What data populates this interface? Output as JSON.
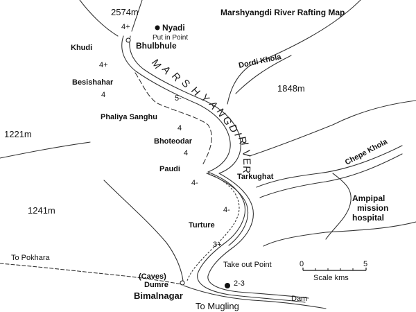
{
  "title": "Marshyangdi River Rafting Map",
  "elevations": {
    "top": "2574m",
    "right": "1848m",
    "left_mid": "1221m",
    "left_low": "1241m"
  },
  "places": {
    "nyadi": "Nyadi",
    "put_in": "Put in Point",
    "khudi": "Khudi",
    "bhulbhule": "Bhulbhule",
    "besishahar": "Besishahar",
    "phaliya": "Phaliya Sanghu",
    "bhoteodar": "Bhoteodar",
    "paudi": "Paudi",
    "tarkughat": "Tarkughat",
    "ampipal_1": "Ampipal",
    "ampipal_2": "mission",
    "ampipal_3": "hospital",
    "turture": "Turture",
    "take_out": "Take out Point",
    "caves": "(Caves)",
    "dumre": "Dumre",
    "bimalnagar": "Bimalnagar",
    "to_mugling": "To Mugling",
    "dam": "Dam",
    "to_pokhara": "To Pokhara"
  },
  "rivers": {
    "dordi": "Dordi Khola",
    "chepe": "Chepe Khola",
    "marshyangdi_letters": [
      "M",
      "A",
      "R",
      "S",
      "H",
      "Y",
      "A",
      "N",
      "G",
      "D",
      "I",
      "R",
      "I",
      "V",
      "E",
      "R"
    ]
  },
  "grades": {
    "g1": "4+",
    "g2": "4+",
    "g3": "4",
    "g4": "5-",
    "g5": "4",
    "g6": "4",
    "g7": "4-",
    "g8": "4-",
    "g9": "3+",
    "g10": "2-3"
  },
  "scale": {
    "zero": "0",
    "five": "5",
    "label": "Scale kms"
  }
}
